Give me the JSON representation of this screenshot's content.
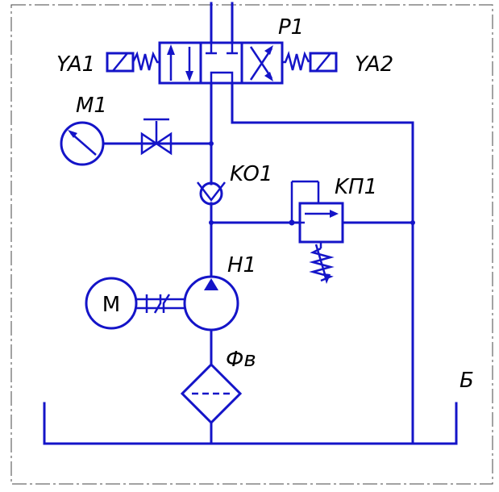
{
  "labels": {
    "valve": "P1",
    "solenoid_left": "YA1",
    "solenoid_right": "YA2",
    "gauge": "M1",
    "check_valve": "KO1",
    "relief_valve": "KП1",
    "pump": "H1",
    "motor": "M",
    "filter": "Фв",
    "tank": "Б"
  },
  "colors": {
    "line": "#1414c8",
    "text": "#000000",
    "frame": "#444444"
  }
}
